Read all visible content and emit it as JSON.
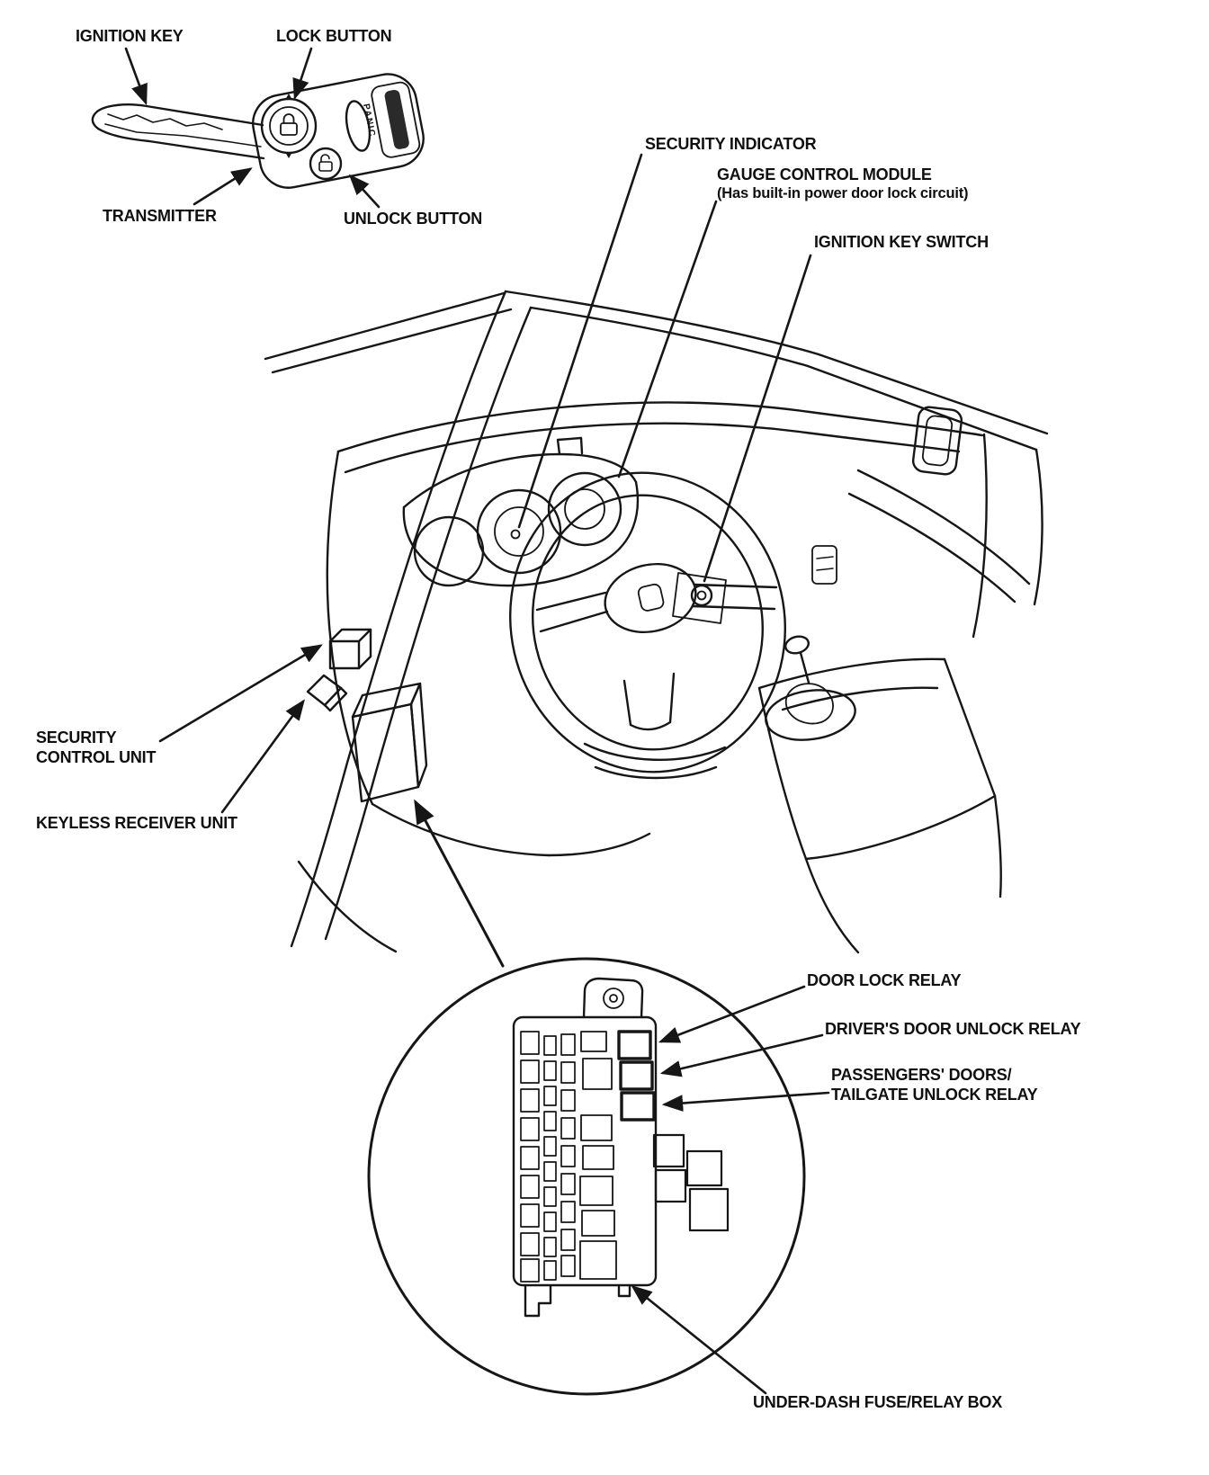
{
  "figure": {
    "background": "#ffffff",
    "ink": "#161616",
    "description_type": "keyless-entry-component-location-diagram"
  },
  "key_fob": {
    "labels": {
      "ignition_key": "IGNITION KEY",
      "lock_button": "LOCK BUTTON",
      "transmitter": "TRANSMITTER",
      "unlock_button": "UNLOCK BUTTON",
      "panic_button": "PANIC"
    }
  },
  "dashboard": {
    "labels": {
      "security_indicator": "SECURITY INDICATOR",
      "gauge_control_module": "GAUGE CONTROL MODULE",
      "gauge_control_module_note": "(Has built-in power door lock circuit)",
      "ignition_key_switch": "IGNITION KEY SWITCH",
      "security_control_unit": [
        "SECURITY",
        "CONTROL UNIT"
      ],
      "keyless_receiver_unit": "KEYLESS RECEIVER UNIT"
    }
  },
  "fuse_box": {
    "labels": {
      "door_lock_relay": "DOOR LOCK RELAY",
      "drivers_door_unlock_relay": "DRIVER'S DOOR UNLOCK RELAY",
      "passengers_doors_tailgate_relay": [
        "PASSENGERS' DOORS/",
        "TAILGATE UNLOCK RELAY"
      ],
      "under_dash_fuse_relay_box": "UNDER-DASH FUSE/RELAY BOX"
    }
  }
}
